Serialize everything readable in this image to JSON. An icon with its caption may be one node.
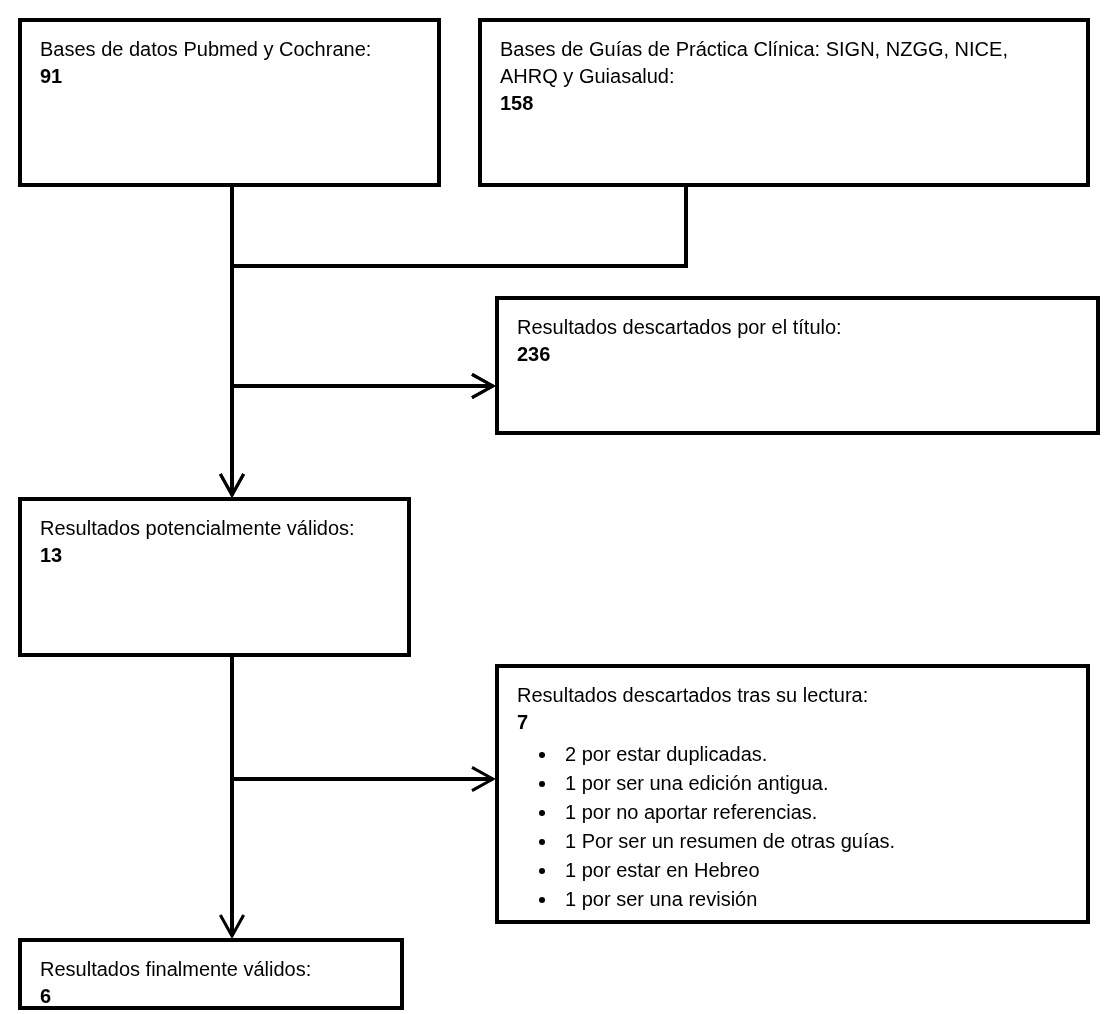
{
  "diagram": {
    "nodes": [
      {
        "text": [
          "Bases de datos Pubmed y Cochrane:",
          "91"
        ]
      },
      {
        "text": [
          "Bases de Guías de Práctica Clínica: SIGN, NZGG, NICE, AHRQ y Guiasalud:",
          "158"
        ]
      },
      {
        "text": [
          "Resultados descartados por el título:",
          "236"
        ]
      },
      {
        "text": [
          "Resultados potencialmente válidos:",
          "13"
        ]
      },
      {
        "text": [
          "Resultados descartados tras su lectura:",
          "7",
          "2 por estar duplicadas.",
          "1 por ser una edición antigua.",
          "1 por no aportar referencias.",
          "1 Por ser un resumen de otras guías.",
          "1 por estar en Hebreo",
          "1 por ser una revisión"
        ]
      },
      {
        "text": [
          "Resultados finalmente válidos:",
          "6"
        ]
      }
    ],
    "edges": [
      {
        "from": 0,
        "to": 2,
        "arrow": "to"
      },
      {
        "from": 0,
        "to": 3,
        "arrow": "to"
      },
      {
        "from": 1,
        "to": 2,
        "arrow": "to"
      },
      {
        "from": 1,
        "to": 3,
        "arrow": "to"
      },
      {
        "from": 3,
        "to": 4,
        "arrow": "to"
      },
      {
        "from": 3,
        "to": 5,
        "arrow": "to"
      }
    ]
  }
}
